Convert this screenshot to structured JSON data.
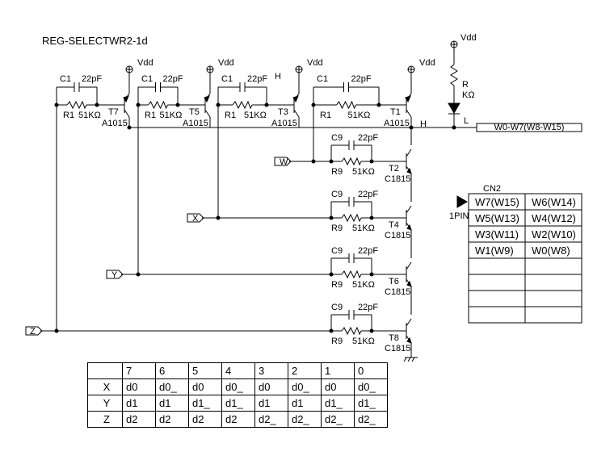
{
  "title": "REG-SELECTWR2-1d",
  "power_label": "Vdd",
  "pullup": {
    "ref": "R",
    "value": "KΩ"
  },
  "led_label": "L",
  "high_labels": [
    "H",
    "H"
  ],
  "bus_label": "W0-W7(W8-W15)",
  "inputs": [
    "W",
    "X",
    "Y",
    "Z"
  ],
  "pnp_stages": [
    {
      "transistor": "T7",
      "part": "A1015",
      "cap": "C1",
      "cap_value": "22pF",
      "res": "R1",
      "res_value": "51KΩ"
    },
    {
      "transistor": "T5",
      "part": "A1015",
      "cap": "C1",
      "cap_value": "22pF",
      "res": "R1",
      "res_value": "51KΩ"
    },
    {
      "transistor": "T3",
      "part": "A1015",
      "cap": "C1",
      "cap_value": "22pF",
      "res": "R1",
      "res_value": "51KΩ"
    },
    {
      "transistor": "T1",
      "part": "A1015",
      "cap": "C1",
      "cap_value": "22pF",
      "res": "R1",
      "res_value": "51KΩ"
    }
  ],
  "npn_stages": [
    {
      "transistor": "T2",
      "part": "C1815",
      "cap": "C9",
      "cap_value": "22pF",
      "res": "R9",
      "res_value": "51KΩ"
    },
    {
      "transistor": "T4",
      "part": "C1815",
      "cap": "C9",
      "cap_value": "22pF",
      "res": "R9",
      "res_value": "51KΩ"
    },
    {
      "transistor": "T6",
      "part": "C1815",
      "cap": "C9",
      "cap_value": "22pF",
      "res": "R9",
      "res_value": "51KΩ"
    },
    {
      "transistor": "T8",
      "part": "C1815",
      "cap": "C9",
      "cap_value": "22pF",
      "res": "R9",
      "res_value": "51KΩ"
    }
  ],
  "connector": {
    "ref": "CN2",
    "pin1_label": "1PIN",
    "rows": [
      [
        "W7(W15)",
        "W6(W14)"
      ],
      [
        "W5(W13)",
        "W4(W12)"
      ],
      [
        "W3(W11)",
        "W2(W10)"
      ],
      [
        "W1(W9)",
        "W0(W8)"
      ],
      [
        "",
        ""
      ],
      [
        "",
        ""
      ],
      [
        "",
        ""
      ],
      [
        "",
        ""
      ]
    ]
  },
  "truth_table": {
    "header": [
      "",
      "7",
      "6",
      "5",
      "4",
      "3",
      "2",
      "1",
      "0"
    ],
    "rows": [
      [
        "X",
        "d0",
        "d0_",
        "d0",
        "d0_",
        "d0",
        "d0_",
        "d0",
        "d0_"
      ],
      [
        "Y",
        "d1",
        "d1",
        "d1_",
        "d1_",
        "d1",
        "d1",
        "d1_",
        "d1_"
      ],
      [
        "Z",
        "d2",
        "d2",
        "d2",
        "d2",
        "d2_",
        "d2_",
        "d2_",
        "d2_"
      ]
    ]
  }
}
